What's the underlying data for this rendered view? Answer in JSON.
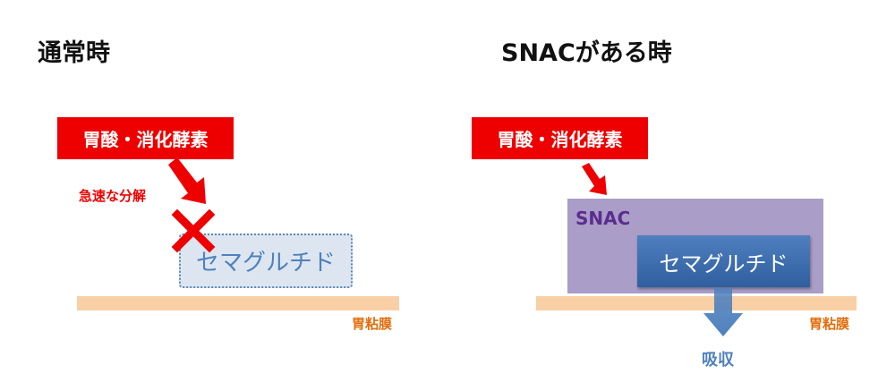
{
  "left_panel": {
    "heading": "通常時",
    "acid_box": "胃酸・消化酵素",
    "arrow_label": "急速な分解",
    "drug_box": "セマグルチド",
    "mucosa_label": "胃粘膜",
    "cross_icon": "x-mark-icon"
  },
  "right_panel": {
    "heading": "SNACがある時",
    "acid_box": "胃酸・消化酵素",
    "snac_label": "SNAC",
    "drug_box": "セマグルチド",
    "mucosa_label": "胃粘膜",
    "absorb_label": "吸収"
  },
  "colors": {
    "red": "#ee0000",
    "mucosa": "#f9cfa6",
    "mucosa_label": "#e46c0a",
    "snac": "#aa9dc7",
    "drug_blue": "#4f81bd"
  }
}
